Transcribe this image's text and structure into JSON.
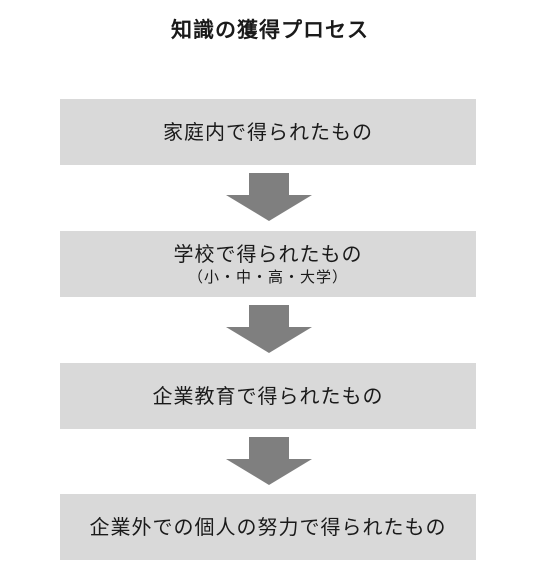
{
  "title": "知識の獲得プロセス",
  "steps": [
    {
      "label": "家庭内で得られたもの",
      "sub": ""
    },
    {
      "label": "学校で得られたもの",
      "sub": "（小・中・高・大学）"
    },
    {
      "label": "企業教育で得られたもの",
      "sub": ""
    },
    {
      "label": "企業外での個人の努力で得られたもの",
      "sub": ""
    }
  ],
  "colors": {
    "box_fill": "#d9d9d9",
    "arrow_fill": "#7f7f7f",
    "text": "#1a1a1a"
  }
}
